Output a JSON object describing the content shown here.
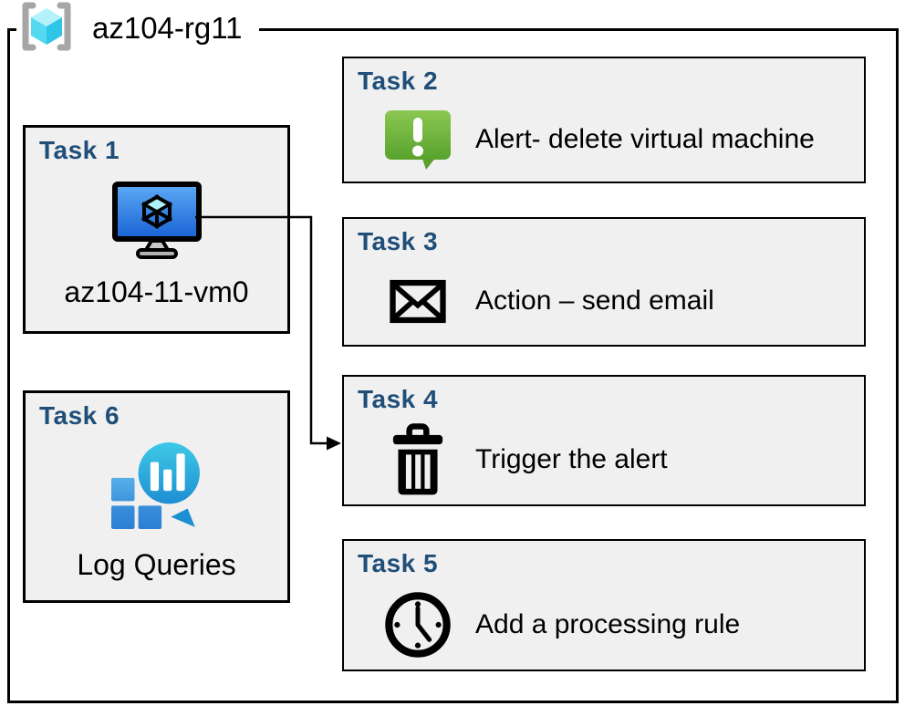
{
  "resource_group": {
    "name": "az104-rg11",
    "icon": "resource-group-icon"
  },
  "tasks": [
    {
      "title": "Task 1",
      "label": "az104-11-vm0",
      "icon": "virtual-machine-icon"
    },
    {
      "title": "Task 2",
      "label": "Alert- delete virtual machine",
      "icon": "alert-icon"
    },
    {
      "title": "Task 3",
      "label": "Action – send email",
      "icon": "email-icon"
    },
    {
      "title": "Task 4",
      "label": "Trigger the alert",
      "icon": "trash-icon"
    },
    {
      "title": "Task 5",
      "label": "Add a processing rule",
      "icon": "clock-icon"
    },
    {
      "title": "Task 6",
      "label": "Log Queries",
      "icon": "log-analytics-icon"
    }
  ],
  "connector": {
    "from": "Task 1",
    "to": "Task 4",
    "style": "right-angle-arrow"
  },
  "colors": {
    "task_title_blue": "#1F4E79",
    "box_fill": "#F0F0F0",
    "border_black": "#000000",
    "alert_green_top": "#8BC852",
    "alert_green_bottom": "#58A22C",
    "vm_screen_top": "#5CAAF5",
    "vm_screen_bottom": "#1861D4",
    "vm_cube_cyan": "#AEF0FA",
    "log_balloon_top": "#3EC9E7",
    "log_balloon_bottom": "#1E8ED2",
    "log_square_blue": "#2E86D8",
    "rg_bracket_gray": "#A6A6A6",
    "rg_cube_top": "#B5F1FB",
    "rg_cube_left": "#55D9F1",
    "rg_cube_right": "#2FC5E6"
  }
}
